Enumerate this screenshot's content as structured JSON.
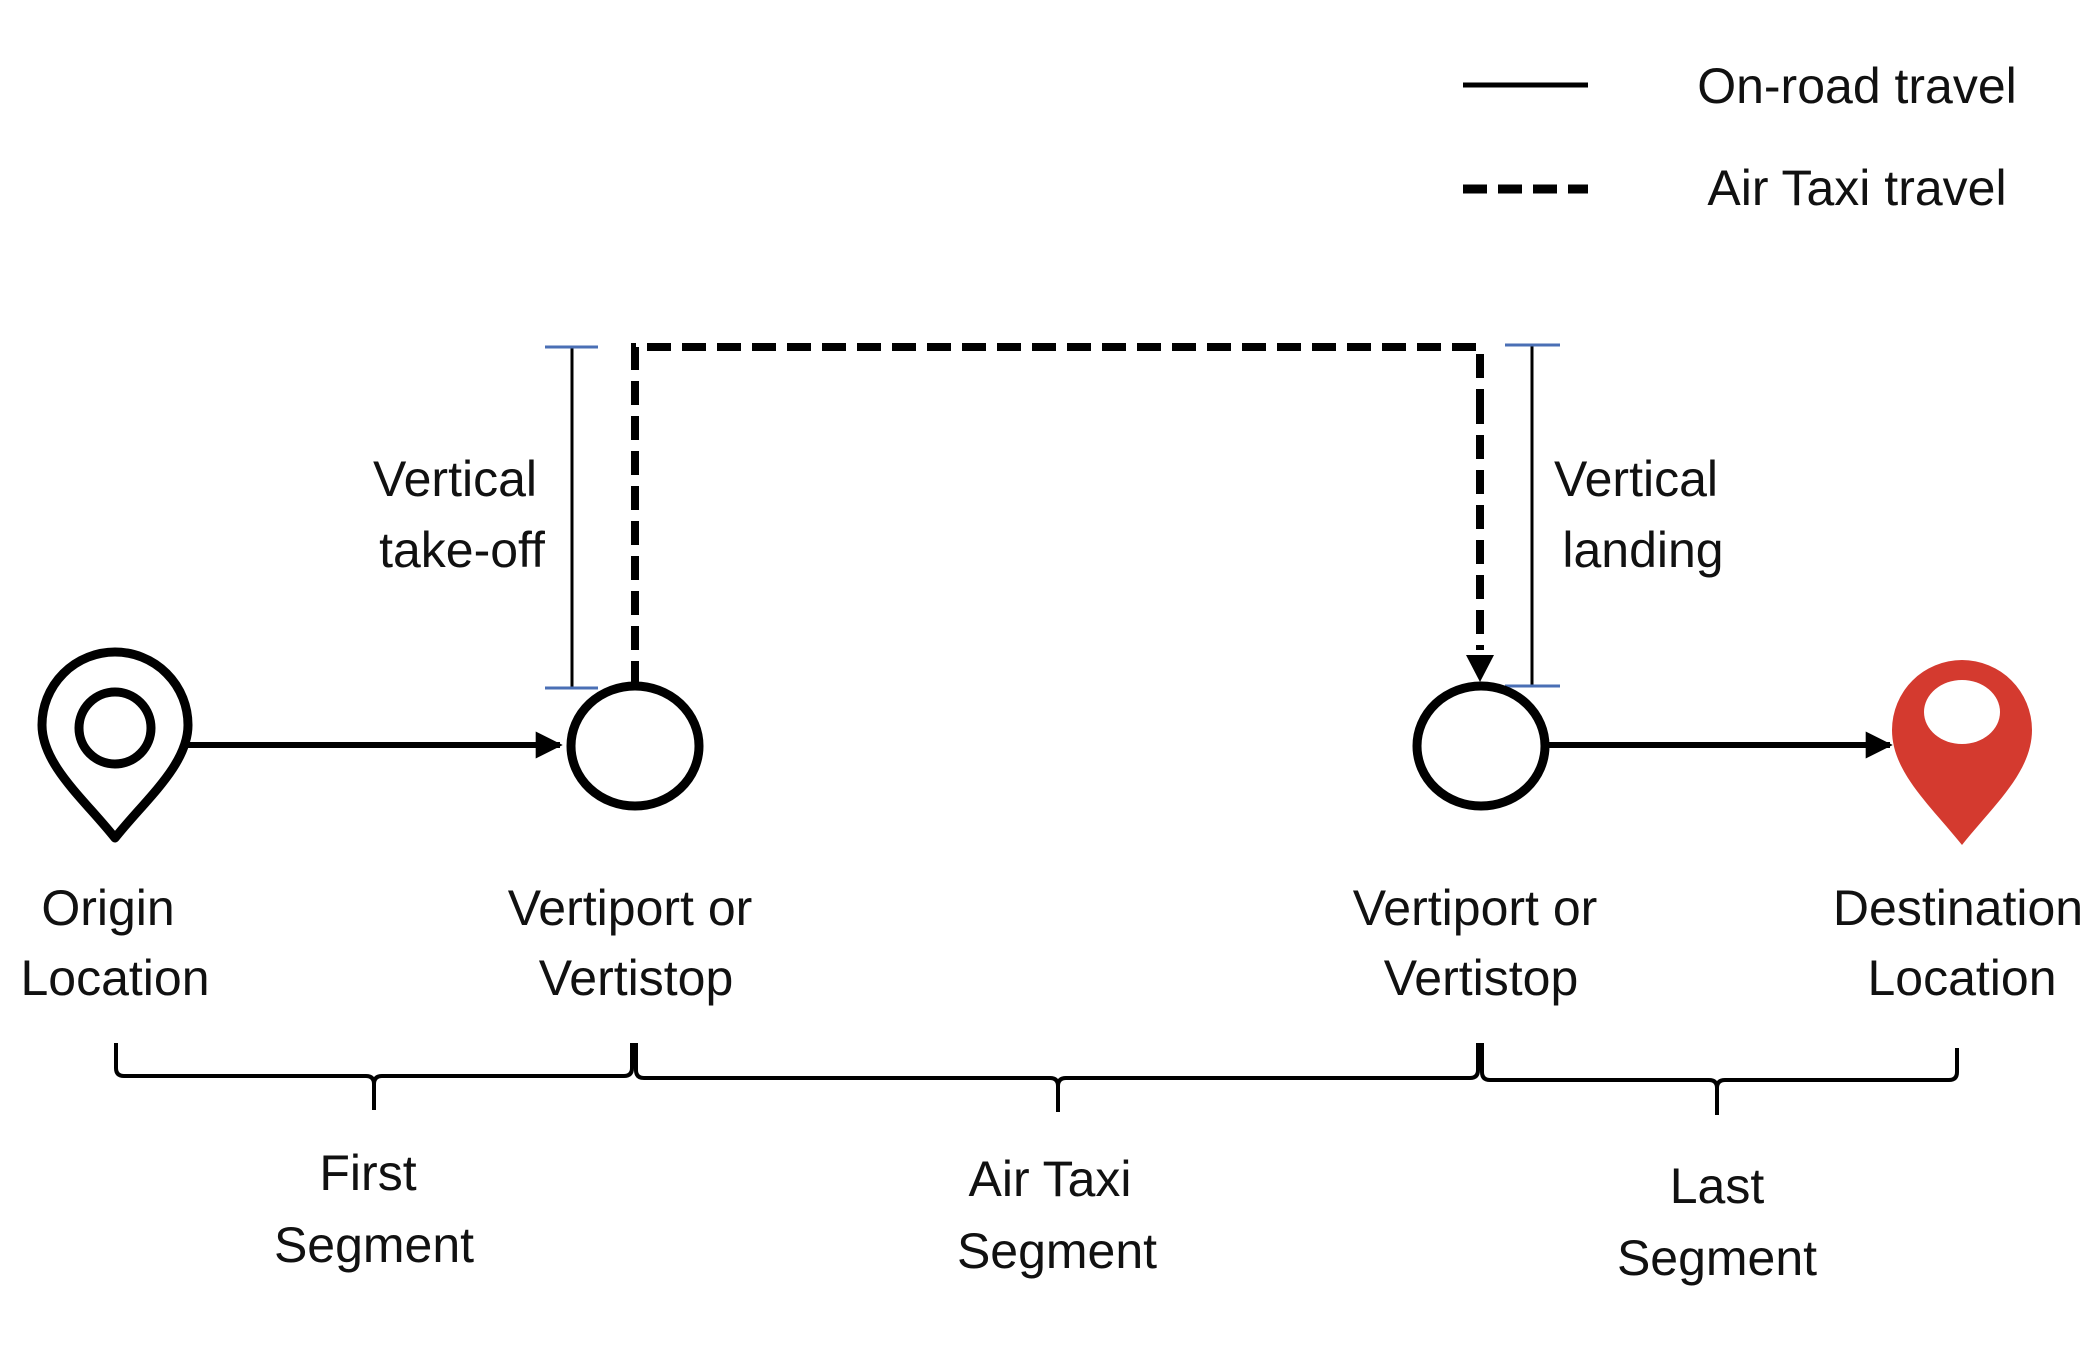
{
  "legend": {
    "on_road": "On-road travel",
    "air_taxi": "Air Taxi travel"
  },
  "annotations": {
    "takeoff": [
      "Vertical",
      "take-off"
    ],
    "landing": [
      "Vertical",
      "landing"
    ]
  },
  "nodes": {
    "origin": [
      "Origin",
      "Location"
    ],
    "vertiport_a": [
      "Vertiport or",
      "Vertistop"
    ],
    "vertiport_b": [
      "Vertiport or",
      "Vertistop"
    ],
    "destination": [
      "Destination",
      "Location"
    ]
  },
  "segments": {
    "first": [
      "First",
      "Segment"
    ],
    "air_taxi": [
      "Air Taxi",
      "Segment"
    ],
    "last": [
      "Last",
      "Segment"
    ]
  },
  "colors": {
    "line": "#000000",
    "tick": "#4a6fb5",
    "destination_pin": "#d43a2f"
  },
  "icons": {
    "origin": "origin-pin-icon",
    "destination": "destination-pin-icon"
  }
}
